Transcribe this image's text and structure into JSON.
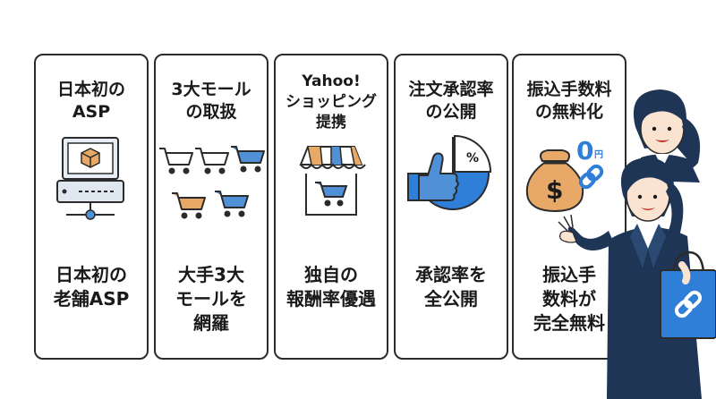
{
  "cards": [
    {
      "title": "日本初の\nASP",
      "desc": "日本初の\n老舗ASP"
    },
    {
      "title": "3大モール\nの取扱",
      "desc": "大手3大\nモールを\n網羅"
    },
    {
      "title": "Yahoo!\nショッピング\n提携",
      "desc": "独自の\n報酬率優遇"
    },
    {
      "title": "注文承認率\nの公開",
      "desc": "承認率を\n全公開"
    },
    {
      "title": "振込手数料\nの無料化",
      "desc": "振込手\n数料が\n完全無料",
      "badge_value": "0",
      "badge_unit": "円"
    }
  ],
  "icons": {
    "card1": "computer-server-icon",
    "card2": "shopping-carts-icon",
    "card3": "storefront-cart-icon",
    "card4": "thumbs-up-percent-chart-icon",
    "card5": "money-bag-chain-icon",
    "bag": "chain-link-icon"
  },
  "colors": {
    "accent": "#2f7fd9",
    "navy": "#1e3556",
    "border": "#2b2b2b"
  }
}
